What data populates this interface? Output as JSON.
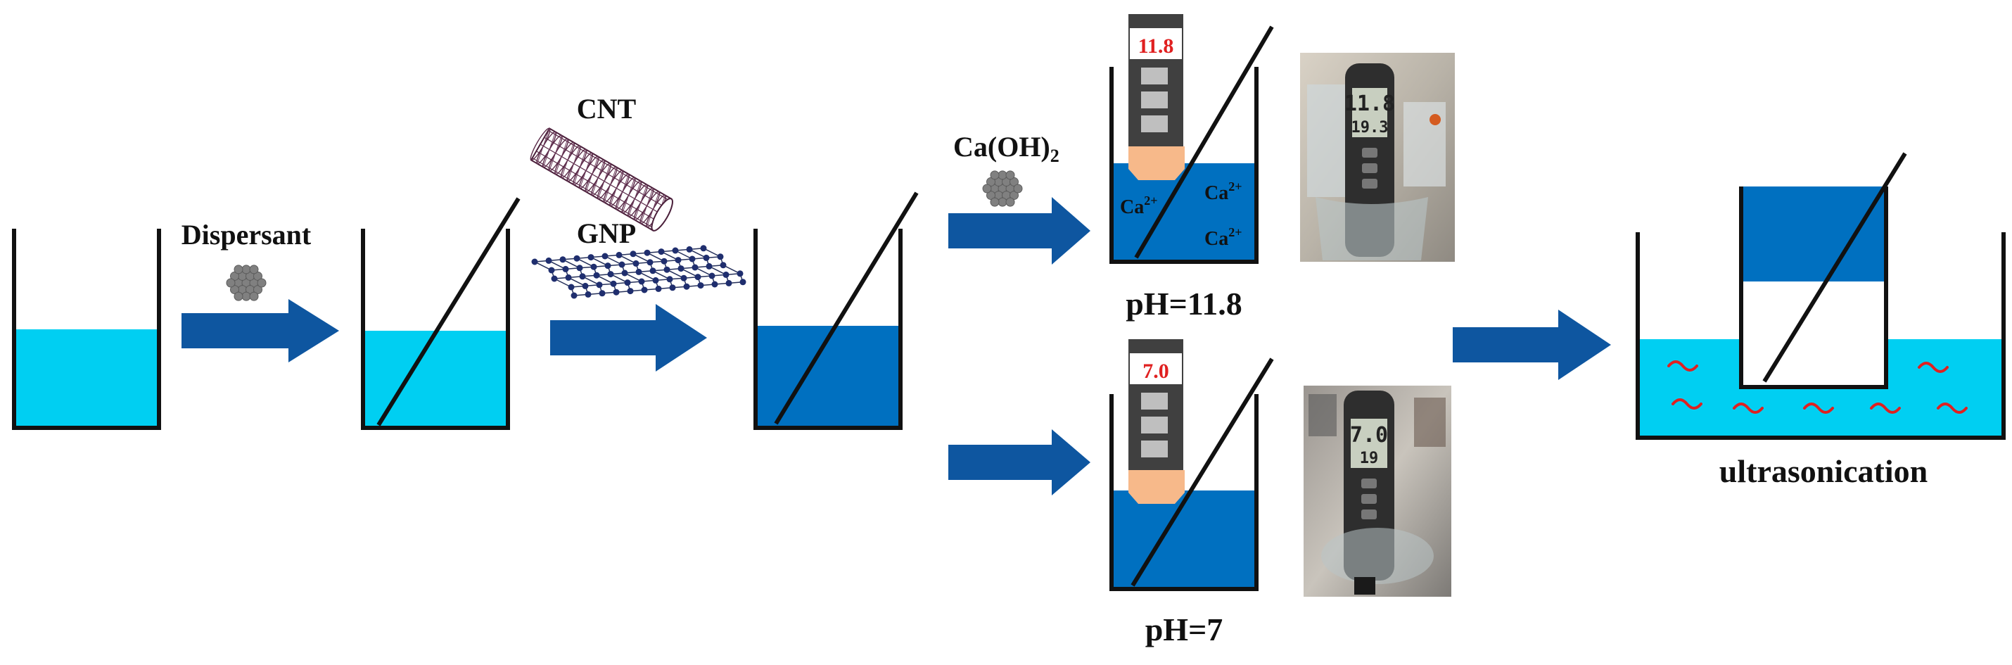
{
  "labels": {
    "dispersant": "Dispersant",
    "cnt": "CNT",
    "gnp": "GNP",
    "caoh2_main": "Ca(OH)",
    "caoh2_sub": "2",
    "ion_base": "Ca",
    "ion_charge": "2+",
    "ph_high": "pH=11.8",
    "ph_neutral": "pH=7",
    "ultrasonication": "ultrasonication"
  },
  "meters": {
    "high_reading": "11.8",
    "neutral_reading": "7.0"
  },
  "photo_readouts": {
    "high_line1": "11.8",
    "high_line2": "19.3",
    "neutral_line1": "7.0",
    "neutral_line2": "19"
  },
  "colors": {
    "water_light": "#00CFF2",
    "suspension": "#0070C0",
    "bath": "#00CFF2",
    "arrow": "#0E56A0",
    "beaker_outline": "#111111",
    "meter_body": "#404040",
    "meter_tip": "#F7B98A",
    "reading_text": "#E02020",
    "wave": "#E02020",
    "particle": "#808080"
  },
  "icons": [
    "particle-cluster-icon",
    "carbon-nanotube-icon",
    "graphene-sheet-icon",
    "ph-meter-icon",
    "stirring-rod-icon",
    "ultrasonic-wave-icon",
    "ph-meter-photo"
  ]
}
